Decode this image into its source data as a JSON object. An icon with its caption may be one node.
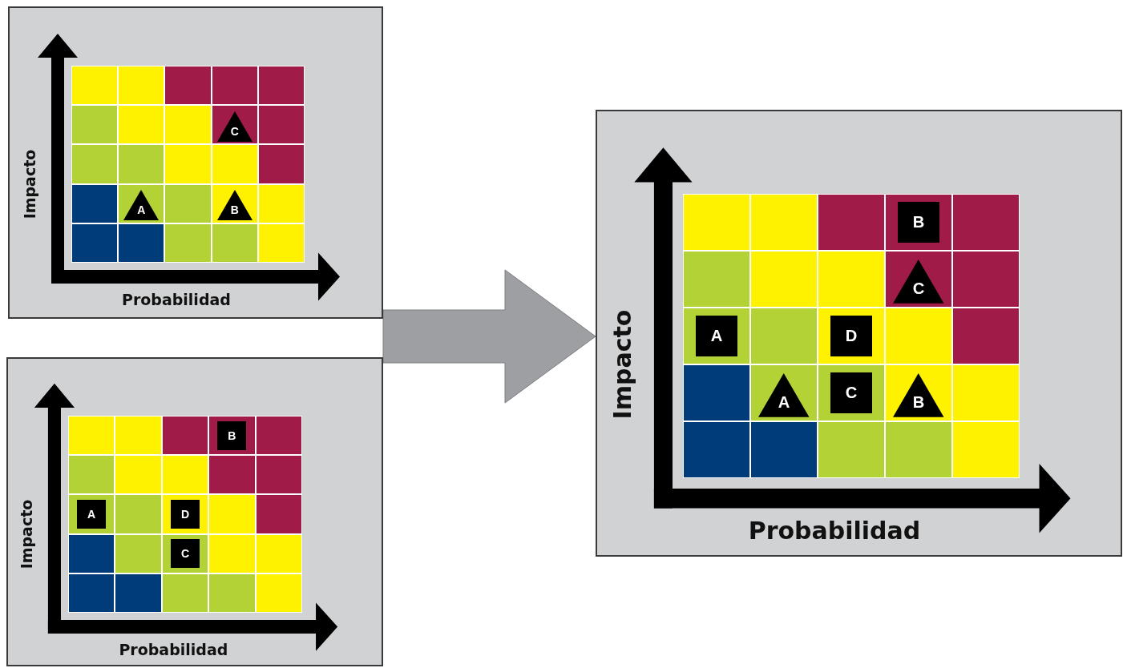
{
  "diagram": {
    "nodes": [
      {
        "text": [
          "Impacto",
          "Probabilidad"
        ]
      },
      {
        "text": [
          "C"
        ],
        "in": 0
      },
      {
        "text": [
          "A"
        ],
        "in": 0
      },
      {
        "text": [
          "B"
        ],
        "in": 0
      },
      {
        "text": [
          "Impacto",
          "Probabilidad"
        ]
      },
      {
        "text": [
          "B"
        ],
        "in": 4
      },
      {
        "text": [
          "A"
        ],
        "in": 4
      },
      {
        "text": [
          "D"
        ],
        "in": 4
      },
      {
        "text": [
          "C"
        ],
        "in": 4
      },
      {
        "text": [
          "Impacto",
          "Probabilidad"
        ]
      },
      {
        "text": [
          "B"
        ],
        "in": 9
      },
      {
        "text": [
          "C"
        ],
        "in": 9
      },
      {
        "text": [
          "A"
        ],
        "in": 9
      },
      {
        "text": [
          "D"
        ],
        "in": 9
      },
      {
        "text": [
          "A"
        ],
        "in": 9
      },
      {
        "text": [
          "C"
        ],
        "in": 9
      },
      {
        "text": [
          "B"
        ],
        "in": 9
      }
    ],
    "edges": [
      {
        "from": 0,
        "to": 9,
        "arrow": "to"
      },
      {
        "from": 4,
        "to": 9,
        "arrow": "to"
      }
    ]
  }
}
